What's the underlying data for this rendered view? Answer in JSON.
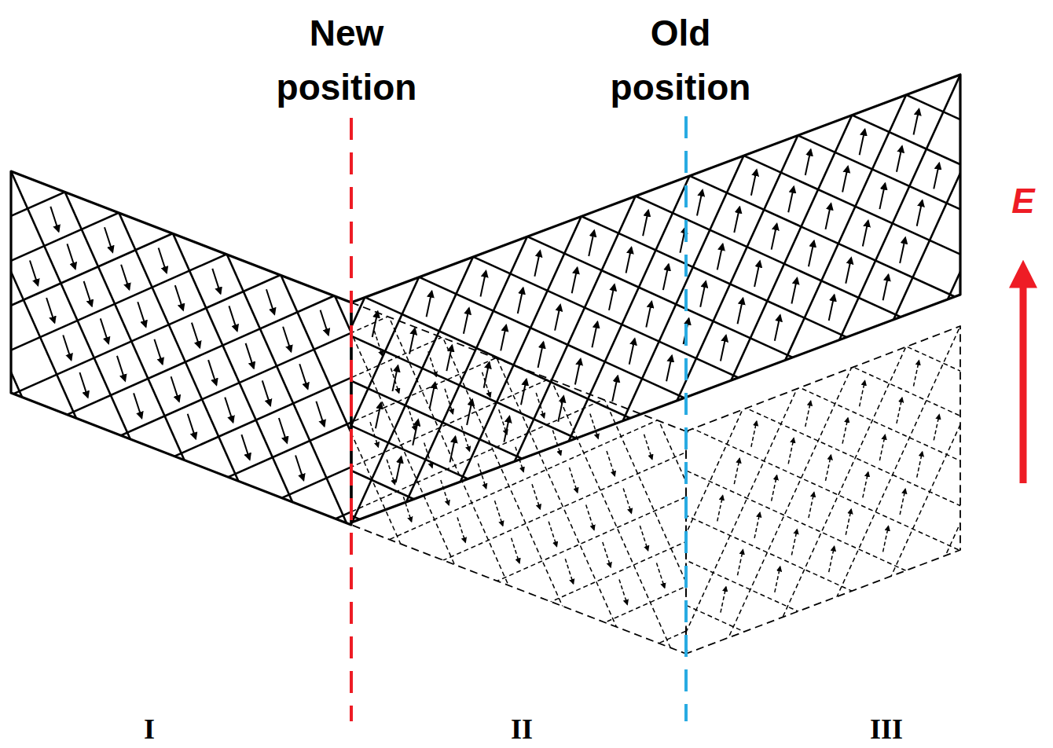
{
  "diagram": {
    "labels": [
      "New position",
      "Old position",
      "E",
      "I",
      "II",
      "III"
    ]
  }
}
